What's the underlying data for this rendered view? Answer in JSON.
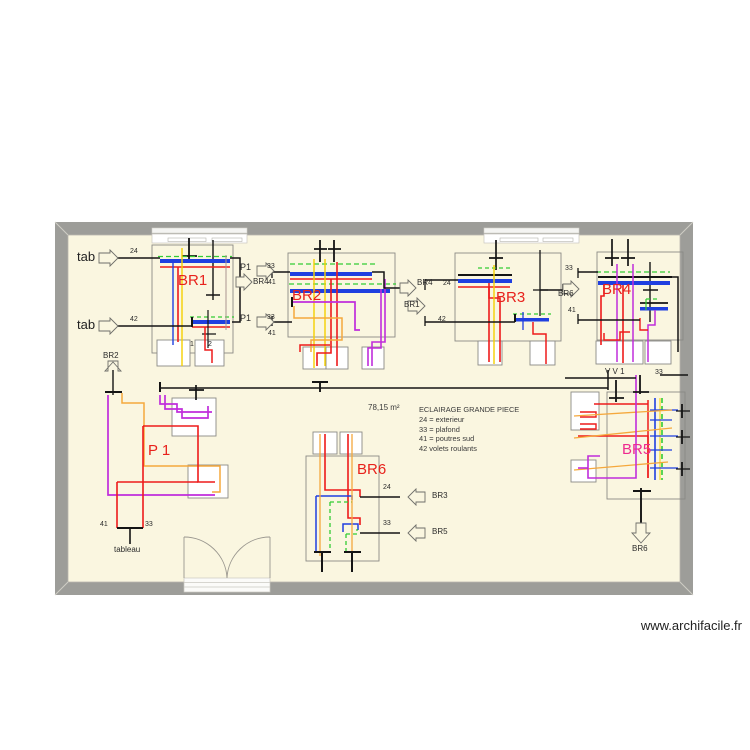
{
  "watermark": "www.archifacile.fr",
  "area": {
    "value": "78,15 m²"
  },
  "legend": {
    "title": "ECLAIRAGE GRANDE PIECE",
    "lines": [
      "24 = exterieur",
      "33 = plafond",
      "41 = poutres sud",
      "42 volets roulants"
    ]
  },
  "circuit_labels": {
    "br1": "BR1",
    "br2": "BR2",
    "br3": "BR3",
    "br4": "BR4",
    "br5": "BR5",
    "br6": "BR6",
    "p1": "P 1"
  },
  "source_tags": [
    {
      "name": "tab-1",
      "text": "tab"
    },
    {
      "name": "tab-2",
      "text": "tab"
    }
  ],
  "wire_numbers": {
    "n24": "24",
    "n42": "42",
    "n33": "33",
    "n41": "41"
  },
  "terminal_numbers": {
    "t1": "1",
    "t2": "2"
  },
  "panel_label": "tableau",
  "vv_label": "V V 1",
  "arrow_targets": {
    "p1_top": "P1",
    "p1_bottom": "P1",
    "br4_from_br1": "BR4",
    "br4_from_br2": "BR4",
    "br1_to_br3": "BR1",
    "br6_from_br3": "BR6",
    "br2_up": "BR2",
    "br3_from_br6": "BR3",
    "br5_from_br6": "BR5",
    "br6_down": "BR6"
  },
  "colors": {
    "wall": "#9d9d99",
    "floor": "#faf6e0",
    "red": "#ee1b1b",
    "blue": "#1f3fe0",
    "green": "#33cc33",
    "yellow": "#f5d000",
    "orange": "#f5a83c",
    "violet": "#c02ddb",
    "magenta": "#ee2a8f",
    "black": "#141414",
    "box": "#8a8a86",
    "label_red": "#e8221c"
  }
}
